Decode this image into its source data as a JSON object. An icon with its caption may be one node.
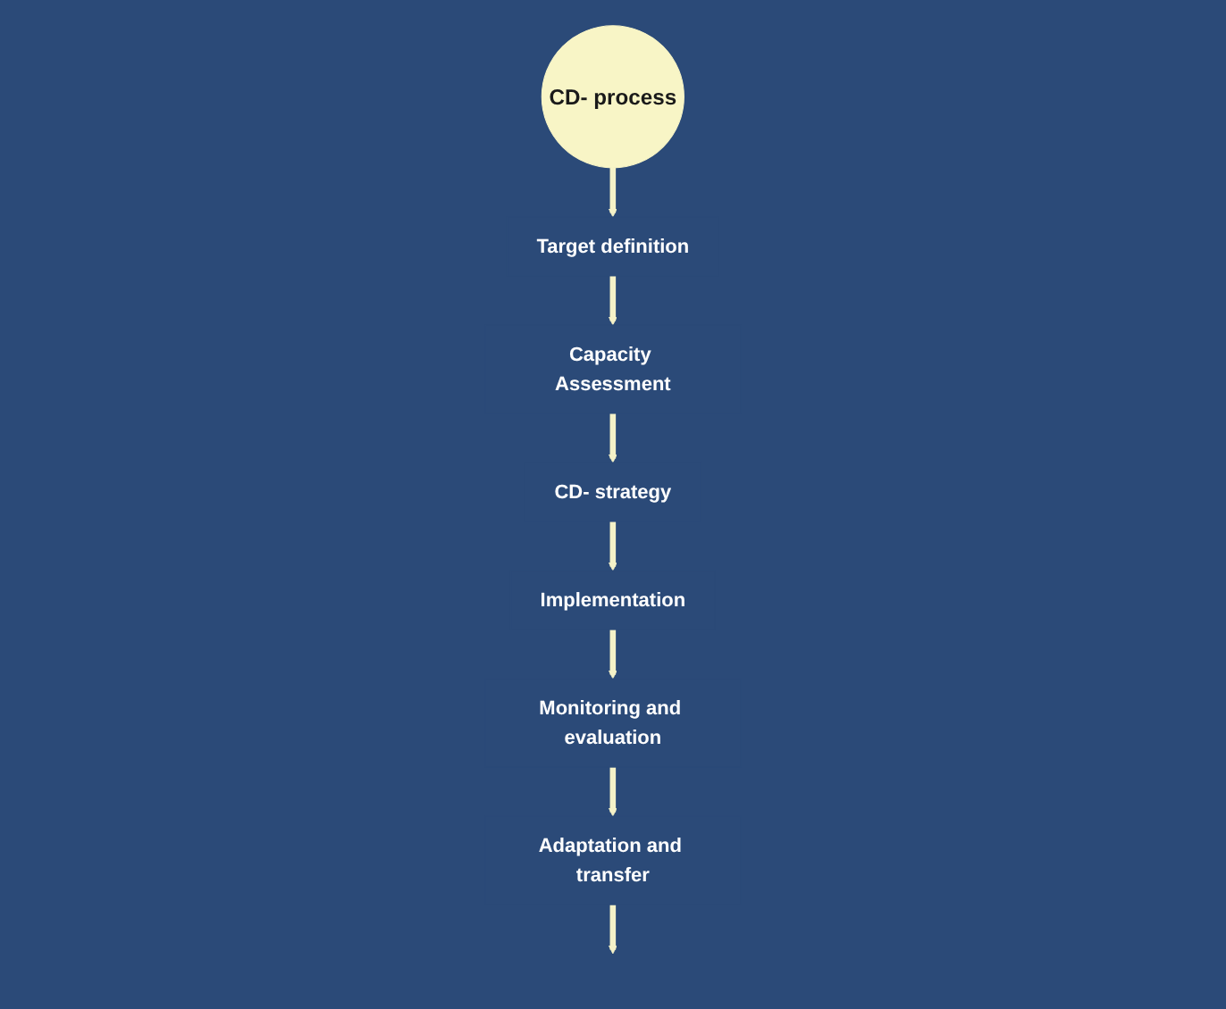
{
  "diagram": {
    "nodes": [
      {
        "text": [
          "CD- process"
        ]
      },
      {
        "text": [
          "Target definition"
        ]
      },
      {
        "text": [
          "Capacity Assessment"
        ]
      },
      {
        "text": [
          "CD- strategy"
        ]
      },
      {
        "text": [
          "Implementation"
        ]
      },
      {
        "text": [
          "Monitoring and evaluation"
        ]
      },
      {
        "text": [
          "Adaptation and transfer"
        ]
      }
    ],
    "edges": [
      {
        "from": 0,
        "to": 1,
        "arrow": "to"
      },
      {
        "from": 1,
        "to": 2,
        "arrow": "to"
      },
      {
        "from": 2,
        "to": 3,
        "arrow": "to"
      },
      {
        "from": 3,
        "to": 4,
        "arrow": "to"
      },
      {
        "from": 4,
        "to": 5,
        "arrow": "to"
      },
      {
        "from": 5,
        "to": 6,
        "arrow": "to"
      },
      {
        "from": 6,
        "to": null,
        "arrow": "to"
      }
    ]
  }
}
